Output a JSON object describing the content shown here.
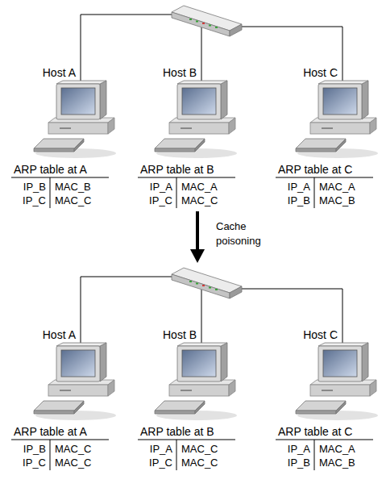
{
  "diagram": {
    "nodes": [
      {
        "text": [
          "Host A"
        ]
      },
      {
        "text": [
          "Host B"
        ]
      },
      {
        "text": [
          "Host C"
        ]
      },
      {
        "text": [
          "Host A"
        ]
      },
      {
        "text": [
          "Host B"
        ]
      },
      {
        "text": [
          "Host C"
        ]
      }
    ],
    "labels": [
      "ARP table at A",
      "IP_B",
      "MAC_B",
      "IP_C",
      "MAC_C",
      "ARP table at B",
      "IP_A",
      "MAC_A",
      "IP_C",
      "MAC_C",
      "ARP table at C",
      "IP_A",
      "MAC_A",
      "IP_B",
      "MAC_B",
      "Cache poisoning",
      "ARP table at A",
      "IP_B",
      "MAC_C",
      "IP_C",
      "MAC_C",
      "ARP table at B",
      "IP_A",
      "MAC_C",
      "IP_C",
      "MAC_C",
      "ARP table at C",
      "IP_A",
      "MAC_A",
      "IP_B",
      "MAC_B"
    ]
  }
}
